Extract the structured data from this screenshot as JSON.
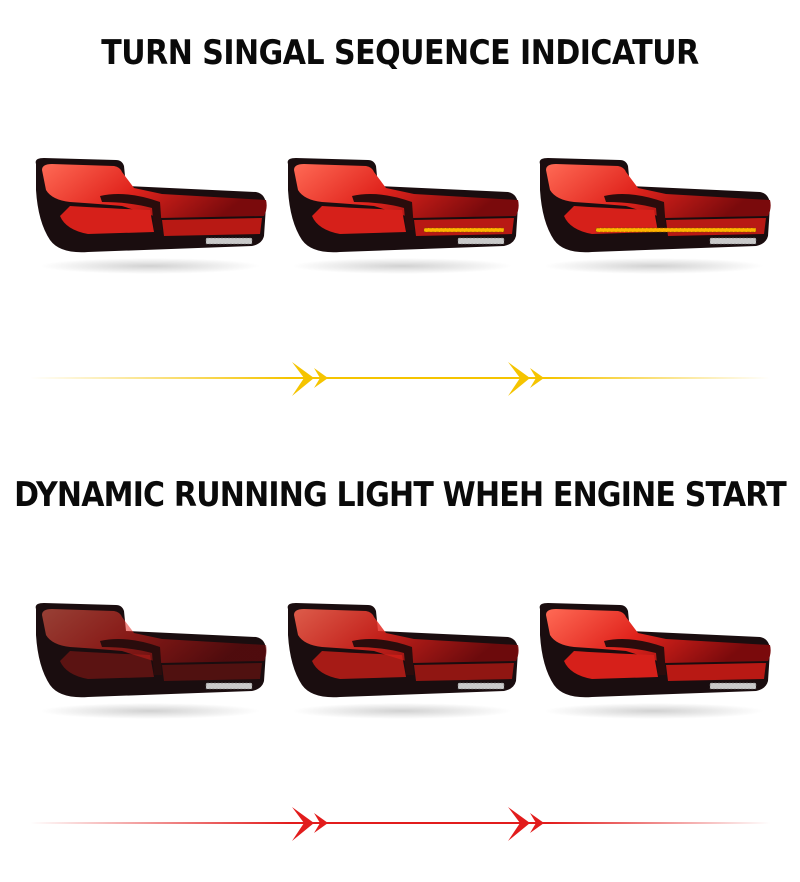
{
  "headings": {
    "top": "TURN SINGAL SEQUENCE INDICATUR",
    "bottom": "DYNAMIC RUNNING LIGHT WHEH ENGINE START"
  },
  "colors": {
    "amber": "#f5c400",
    "red": "#e21c1c",
    "lamp_body": "#1a0d0f",
    "lamp_glow": "#ff3b2e"
  },
  "sections": [
    {
      "name": "turn-signal",
      "states": [
        "sequence-step-1",
        "sequence-step-2",
        "sequence-step-3"
      ],
      "indicator_progress": [
        0.0,
        0.5,
        1.0
      ]
    },
    {
      "name": "running-light",
      "states": [
        "sequence-step-1",
        "sequence-step-2",
        "sequence-step-3"
      ],
      "glow_progress": [
        0.2,
        0.6,
        1.0
      ]
    }
  ],
  "icons": {
    "arrow": "double-chevron-right-icon"
  }
}
